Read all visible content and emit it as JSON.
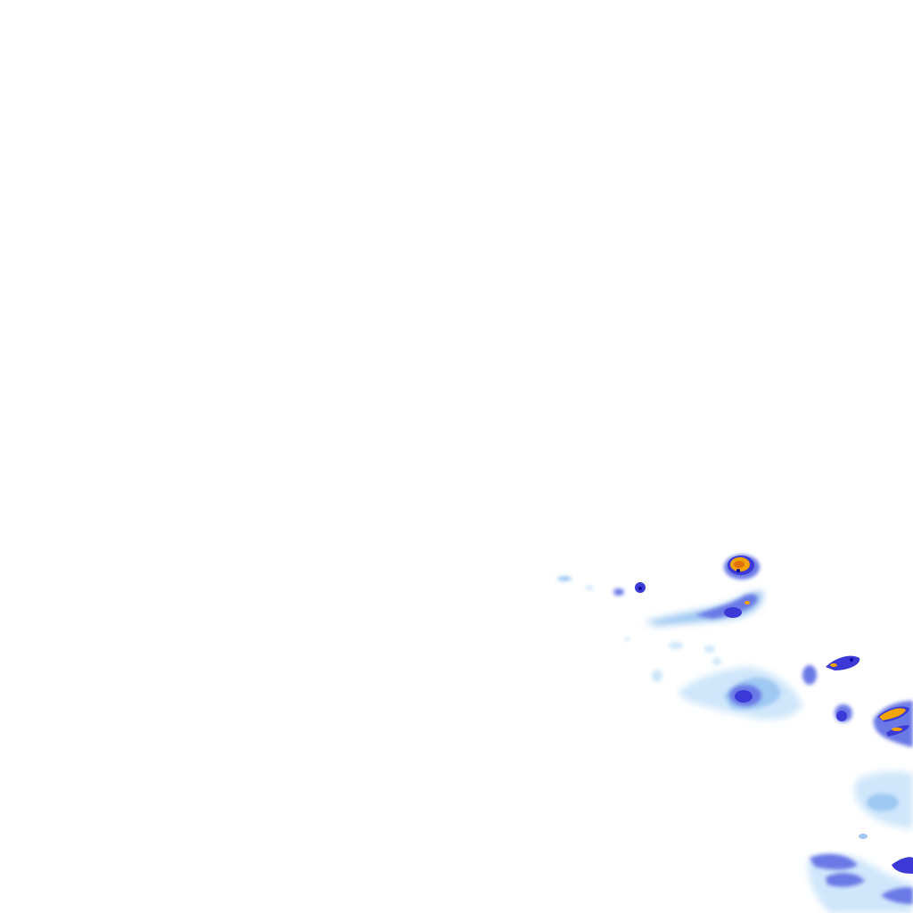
{
  "map": {
    "kind": "weather-radar-precipitation-tile",
    "background_color": "#ffffff",
    "intensity_colors": {
      "very_light": "#cfe6fb",
      "light": "#9fc8f2",
      "moderate": "#6b79e6",
      "heavy": "#3b3ad6",
      "intense": "#0b0a9a",
      "extreme_core": "#f2a400",
      "extreme_peak": "#e07000"
    },
    "echo_regions": [
      {
        "name": "cell-north",
        "intensity": "extreme"
      },
      {
        "name": "band-upper",
        "intensity": "heavy"
      },
      {
        "name": "cluster-center",
        "intensity": "heavy"
      },
      {
        "name": "cell-east-small",
        "intensity": "intense"
      },
      {
        "name": "cell-east-edge",
        "intensity": "extreme"
      },
      {
        "name": "field-southeast",
        "intensity": "light"
      },
      {
        "name": "band-bottom",
        "intensity": "heavy"
      }
    ]
  }
}
